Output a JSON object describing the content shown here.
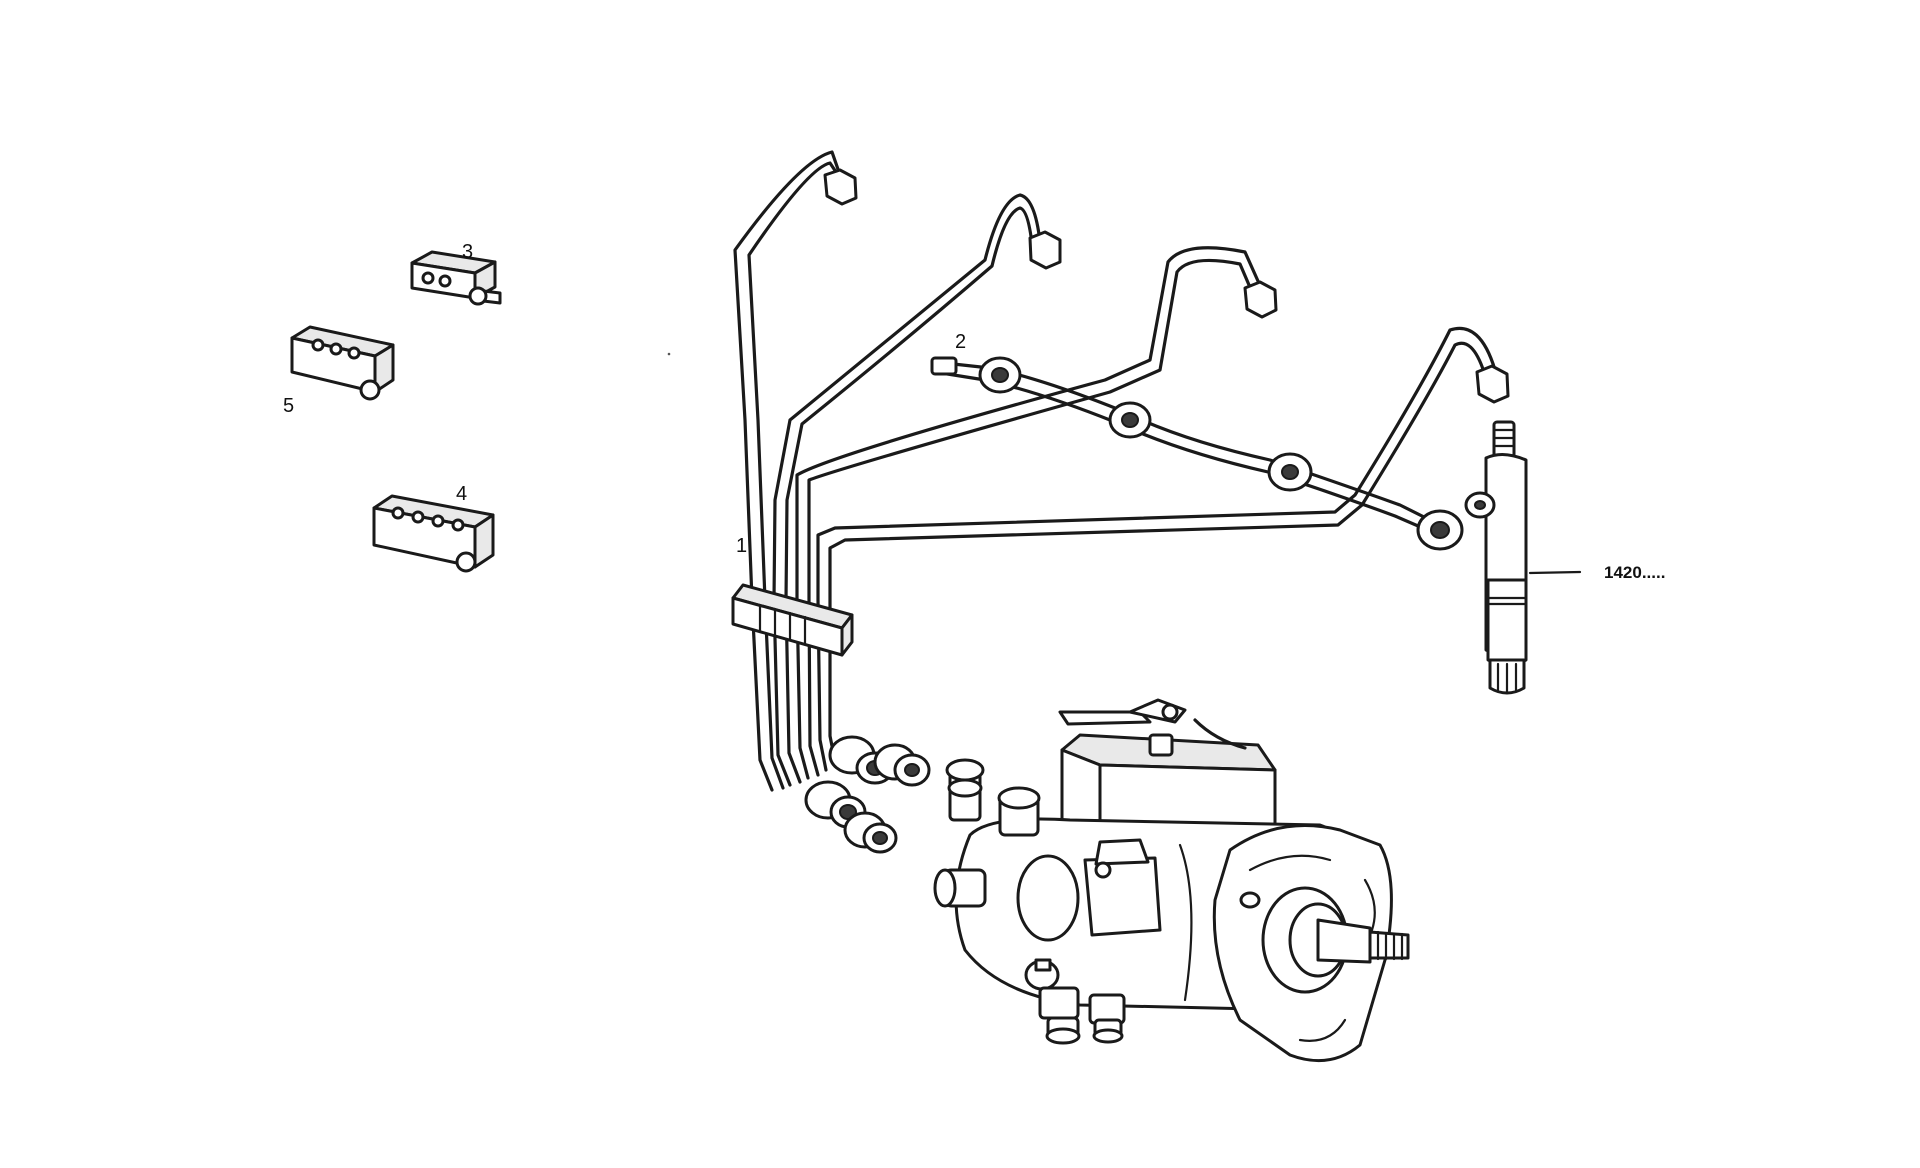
{
  "callouts": {
    "c1": "1",
    "c2": "2",
    "c3": "3",
    "c4": "4",
    "c5": "5",
    "c1420": "1420....."
  },
  "colors": {
    "ink": "#1a1a1a",
    "paper": "#ffffff"
  }
}
